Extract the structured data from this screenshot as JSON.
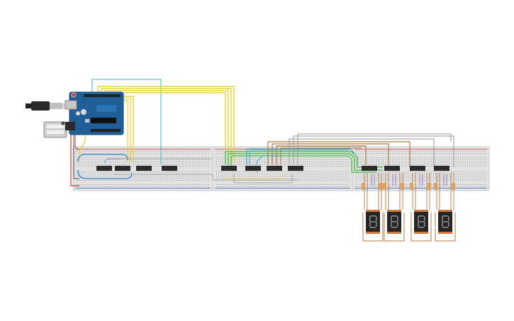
{
  "canvas": {
    "background": "#ffffff"
  },
  "colors": {
    "breadboard": "#e2e2e2",
    "breadboard_hole": "#9a9a9a",
    "rail_red": "#d23a3a",
    "rail_blue": "#3a6ec9",
    "arduino_board": "#1f5e96",
    "arduino_header": "#222222",
    "chip": "#2b2b2b",
    "wire_yellow": "#e8d33a",
    "wire_cyan": "#3fb0c8",
    "wire_green": "#5cc15c",
    "wire_brown": "#b07a45",
    "wire_gray": "#9a9a9a",
    "wire_red": "#c83c3c",
    "wire_blue": "#4f8fd6",
    "seven_segment_body": "#262626",
    "seven_segment_segment": "#888888",
    "resistor": "#e0a060"
  },
  "components": {
    "arduino": {
      "icon": "arduino-uno-board"
    },
    "power_jack": {
      "icon": "usb-plug-icon"
    },
    "battery": {
      "icon": "battery-pack-icon"
    },
    "breadboards": [
      "breadboard-1",
      "breadboard-2",
      "breadboard-3"
    ],
    "chips_count": 12,
    "seven_segment_displays_count": 4
  }
}
